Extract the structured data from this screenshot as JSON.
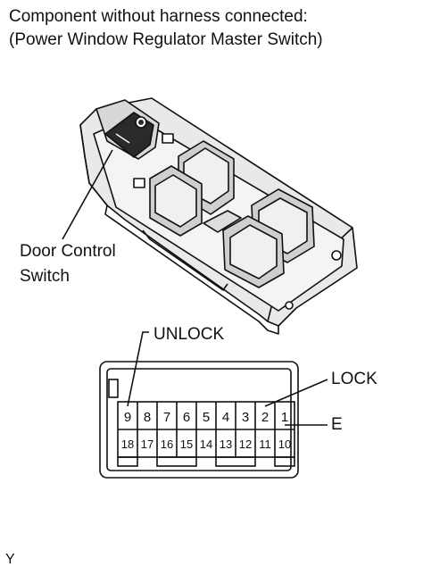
{
  "title": {
    "line1": "Component without harness connected:",
    "line2": "(Power Window Regulator Master Switch)"
  },
  "callouts": {
    "door_control_switch_line1": "Door Control",
    "door_control_switch_line2": "Switch",
    "unlock": "UNLOCK",
    "lock": "LOCK",
    "e": "E"
  },
  "connector": {
    "top_row_pins": [
      "9",
      "8",
      "7",
      "6",
      "5",
      "4",
      "3",
      "2",
      "1"
    ],
    "bottom_row_pins": [
      "18",
      "17",
      "16",
      "15",
      "14",
      "13",
      "12",
      "11",
      "10"
    ]
  },
  "figure_code": "Y"
}
